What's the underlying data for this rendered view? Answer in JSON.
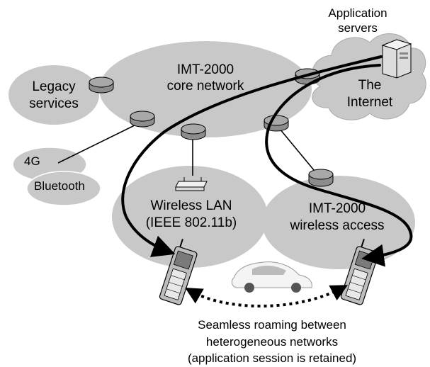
{
  "labels": {
    "legacy_line1": "Legacy",
    "legacy_line2": "services",
    "core_line1": "IMT-2000",
    "core_line2": "core network",
    "app_servers_line1": "Application",
    "app_servers_line2": "servers",
    "internet_line1": "The",
    "internet_line2": "Internet",
    "g4": "4G",
    "bluetooth": "Bluetooth",
    "wlan_line1": "Wireless LAN",
    "wlan_line2": "(IEEE 802.11b)",
    "imt_access_line1": "IMT-2000",
    "imt_access_line2": "wireless access",
    "caption_line1": "Seamless roaming between",
    "caption_line2": "heterogeneous networks",
    "caption_line3": "(application session is retained)"
  },
  "colors": {
    "cloud": "#c8c8c8",
    "router": "#8c8c8c",
    "arrow": "#000000"
  }
}
